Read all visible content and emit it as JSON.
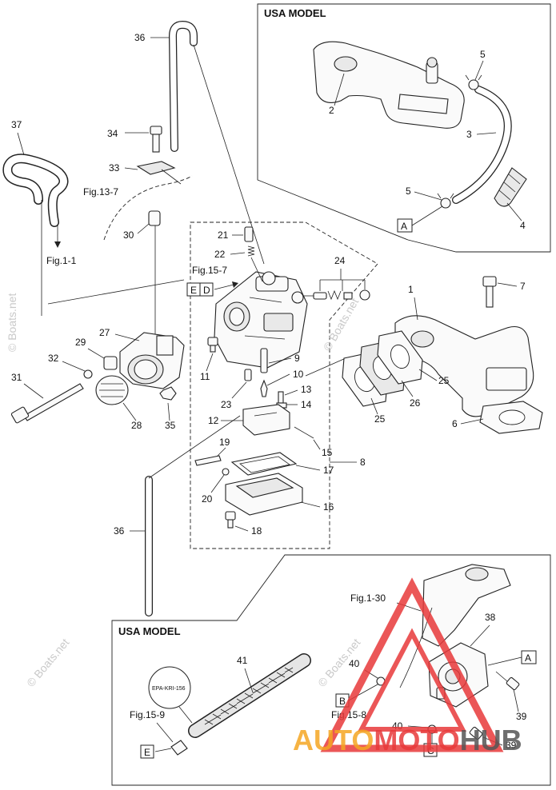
{
  "headers": {
    "usa_top": "USA MODEL",
    "usa_bottom": "USA MODEL"
  },
  "watermark": {
    "text": "© Boats.net"
  },
  "brand": {
    "logo_text_auto": "AUTO",
    "logo_text_moto": "MOTO",
    "logo_text_hub": "HUB",
    "color_red": "#e8393a",
    "color_orange": "#f5a623"
  },
  "hose_tag": "EPA-KRI-156",
  "refs": {
    "fig_13_7": "Fig.13-7",
    "fig_1_1": "Fig.1-1",
    "fig_15_7": "Fig.15-7",
    "fig_1_30": "Fig.1-30",
    "fig_15_8": "Fig.15-8",
    "fig_15_9": "Fig.15-9"
  },
  "boxes": {
    "a_top": "A",
    "a_pump": "A",
    "e_carb": "E",
    "d_carb": "D",
    "b_pump": "B",
    "c_pump": "C",
    "e_bottom": "E"
  },
  "labels": {
    "p1": "1",
    "p2": "2",
    "p3": "3",
    "p4": "4",
    "p5a": "5",
    "p5b": "5",
    "p6": "6",
    "p7": "7",
    "p8": "8",
    "p9": "9",
    "p10": "10",
    "p11": "11",
    "p12": "12",
    "p13": "13",
    "p14": "14",
    "p15": "15",
    "p16": "16",
    "p17": "17",
    "p18": "18",
    "p19": "19",
    "p20": "20",
    "p21": "21",
    "p22": "22",
    "p23": "23",
    "p24": "24",
    "p25a": "25",
    "p25b": "25",
    "p26": "26",
    "p27": "27",
    "p28": "28",
    "p29": "29",
    "p30": "30",
    "p31": "31",
    "p32": "32",
    "p33": "33",
    "p34": "34",
    "p35": "35",
    "p36a": "36",
    "p36b": "36",
    "p37": "37",
    "p38": "38",
    "p39a": "39",
    "p39b": "39",
    "p40a": "40",
    "p40b": "40",
    "p41": "41"
  }
}
